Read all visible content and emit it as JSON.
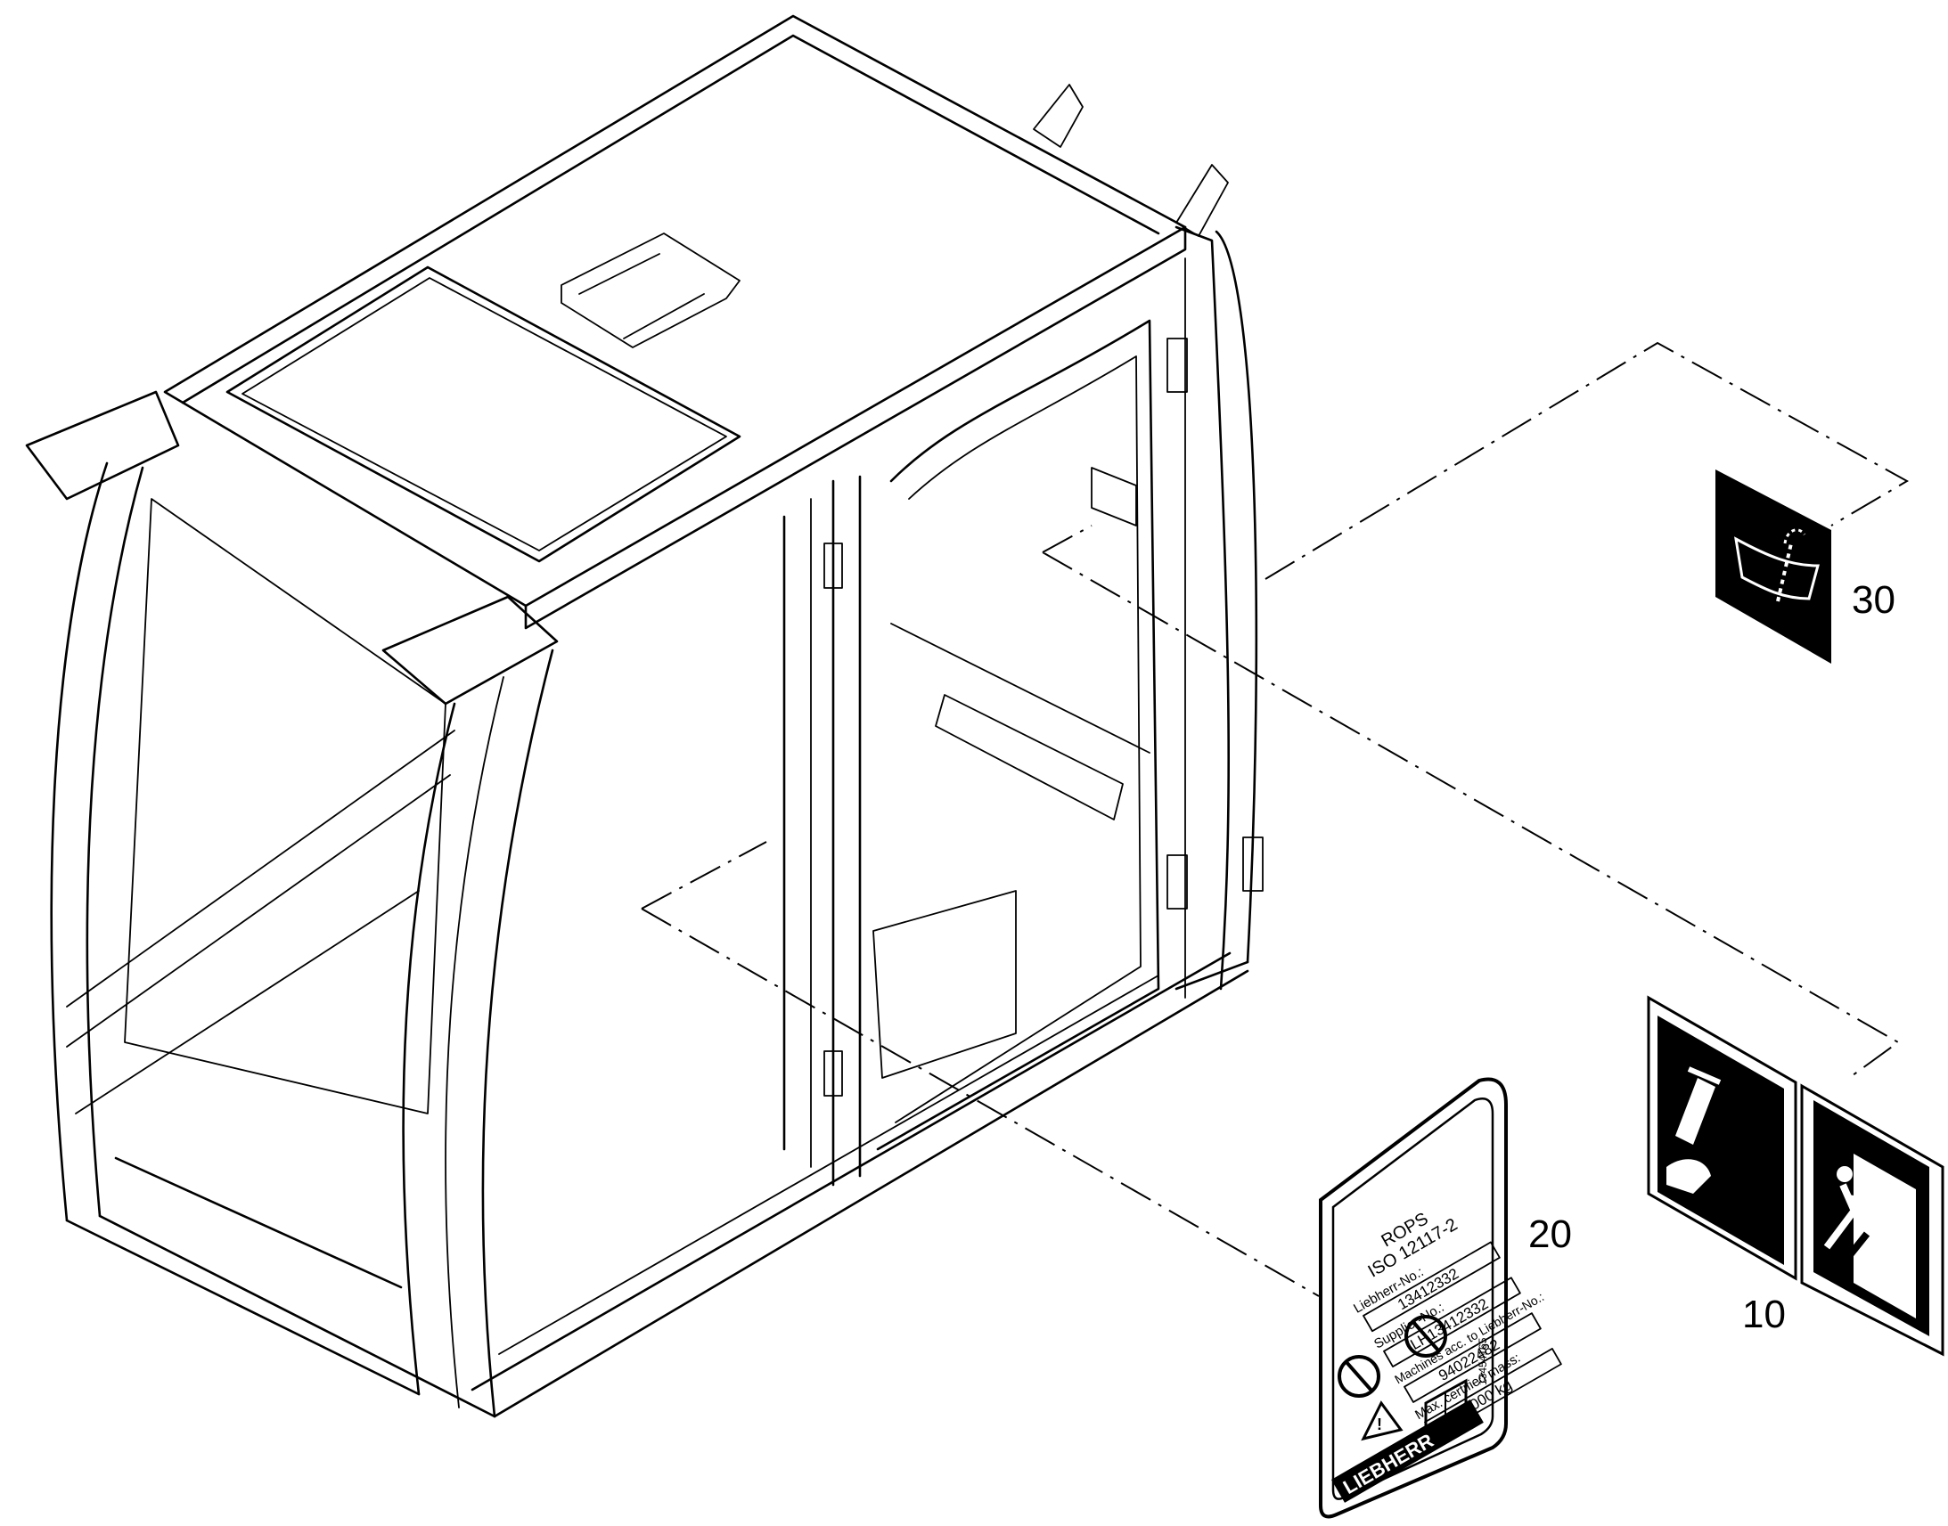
{
  "colors": {
    "line": "#000000",
    "background": "#ffffff"
  },
  "callouts": {
    "label_10": "10",
    "label_20": "20",
    "label_30": "30"
  },
  "rops_label": {
    "line1": "ROPS",
    "line2": "ISO 12117-2",
    "line3": "Liebherr-No.:",
    "line4": "13412332",
    "line5": "Supplier-No.:",
    "line6": "LH13412332",
    "line7": "Machines acc. to Liebherr-No.:",
    "line8": "94022482",
    "line9": "Max. certified mass:",
    "line10": "30000 kg",
    "doc_code": "13454165",
    "brand": "LIEBHERR"
  },
  "icons": {
    "wiper": "windscreen-wiper-washer-icon",
    "hammer": "emergency-hammer-glass-break-icon",
    "exit": "emergency-exit-running-man-icon",
    "warning": "warning-triangle-icon",
    "manual": "operator-manual-book-icon",
    "prohibit": "prohibited-action-icon"
  }
}
